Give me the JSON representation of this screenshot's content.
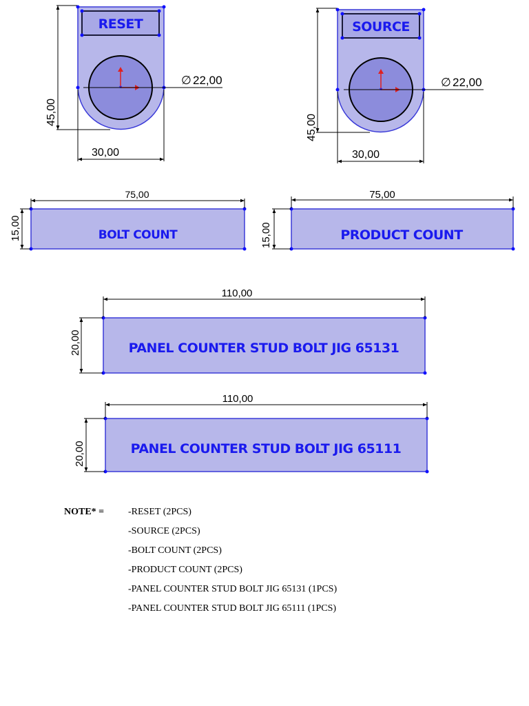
{
  "parts": {
    "reset": {
      "label": "RESET",
      "dim_height": "45,00",
      "dim_width": "30,00",
      "dim_hole": "22,00"
    },
    "source": {
      "label": "SOURCE",
      "dim_height": "45,00",
      "dim_width": "30,00",
      "dim_hole": "22,00"
    },
    "bolt_count": {
      "label": "BOLT COUNT",
      "dim_width": "75,00",
      "dim_height": "15,00"
    },
    "product_count": {
      "label": "PRODUCT COUNT",
      "dim_width": "75,00",
      "dim_height": "15,00"
    },
    "panel_65131": {
      "label": "PANEL COUNTER STUD BOLT JIG 65131",
      "dim_width": "110,00",
      "dim_height": "20,00"
    },
    "panel_65111": {
      "label": "PANEL COUNTER STUD BOLT JIG 65111",
      "dim_width": "110,00",
      "dim_height": "20,00"
    }
  },
  "diameter_symbol": "∅",
  "note": {
    "title": "NOTE* =",
    "items": [
      "-RESET (2PCS)",
      "-SOURCE (2PCS)",
      "-BOLT COUNT (2PCS)",
      "-PRODUCT COUNT (2PCS)",
      "-PANEL COUNTER STUD BOLT JIG 65131 (1PCS)",
      "-PANEL COUNTER STUD BOLT JIG 65111 (1PCS)"
    ]
  },
  "colors": {
    "plate_fill": "#b7b7ea",
    "plate_stroke": "#3a3ad8",
    "hole_fill": "#8c8cdc",
    "label_color": "#1a1aee",
    "vertex_dot": "#1010ff",
    "dimension_line": "#000000"
  }
}
